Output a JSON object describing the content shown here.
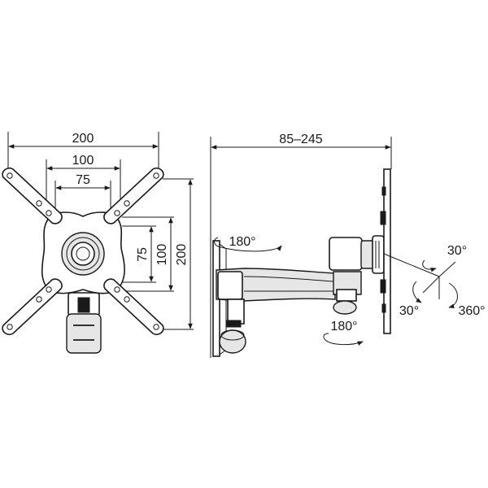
{
  "front_view": {
    "dim_200_top": "200",
    "dim_100_top": "100",
    "dim_75_top": "75",
    "dim_75_side": "75",
    "dim_100_side": "100",
    "dim_200_side": "200"
  },
  "side_view": {
    "dim_extension": "85–245",
    "rot_swivel_top": "180°",
    "rot_swivel_bottom": "180°",
    "rot_tilt_up": "30°",
    "rot_tilt_down": "30°",
    "rot_rotate": "360°"
  },
  "colors": {
    "line": "#1a1a1a",
    "fill": "#ffffff",
    "shade": "#e6e6e6"
  }
}
